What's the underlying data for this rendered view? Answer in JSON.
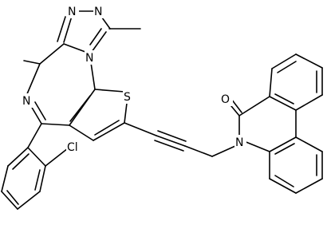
{
  "atoms": {
    "n1": "N",
    "n2": "N",
    "n3": "N",
    "n4": "N",
    "s": "S",
    "cl": "Cl",
    "o": "O",
    "n5": "N"
  },
  "colors": {
    "bond": "#000000",
    "text": "#000000",
    "background": "#ffffff"
  }
}
